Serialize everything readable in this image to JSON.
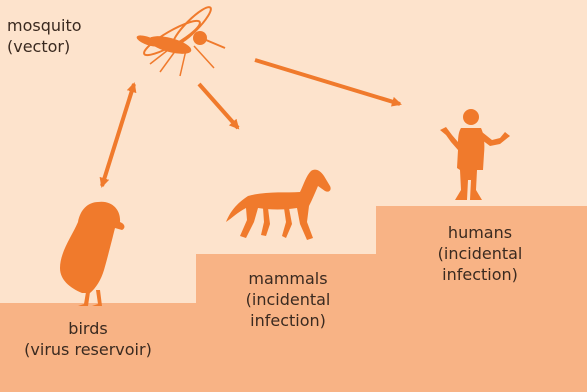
{
  "vector": {
    "name": "mosquito",
    "role": "(vector)"
  },
  "reservoir": {
    "name": "birds",
    "role": "(virus reservoir)"
  },
  "mammals": {
    "name": "mammals",
    "line2": "(incidental",
    "line3": "infection)"
  },
  "humans": {
    "name": "humans",
    "line2": "(incidental",
    "line3": "infection)"
  },
  "colors": {
    "background": "#fde3cc",
    "step": "#f8b385",
    "silhouette": "#f07a2c",
    "text": "#3a2a20"
  },
  "icons": [
    "mosquito-icon",
    "bird-icon",
    "horse-icon",
    "human-icon"
  ]
}
